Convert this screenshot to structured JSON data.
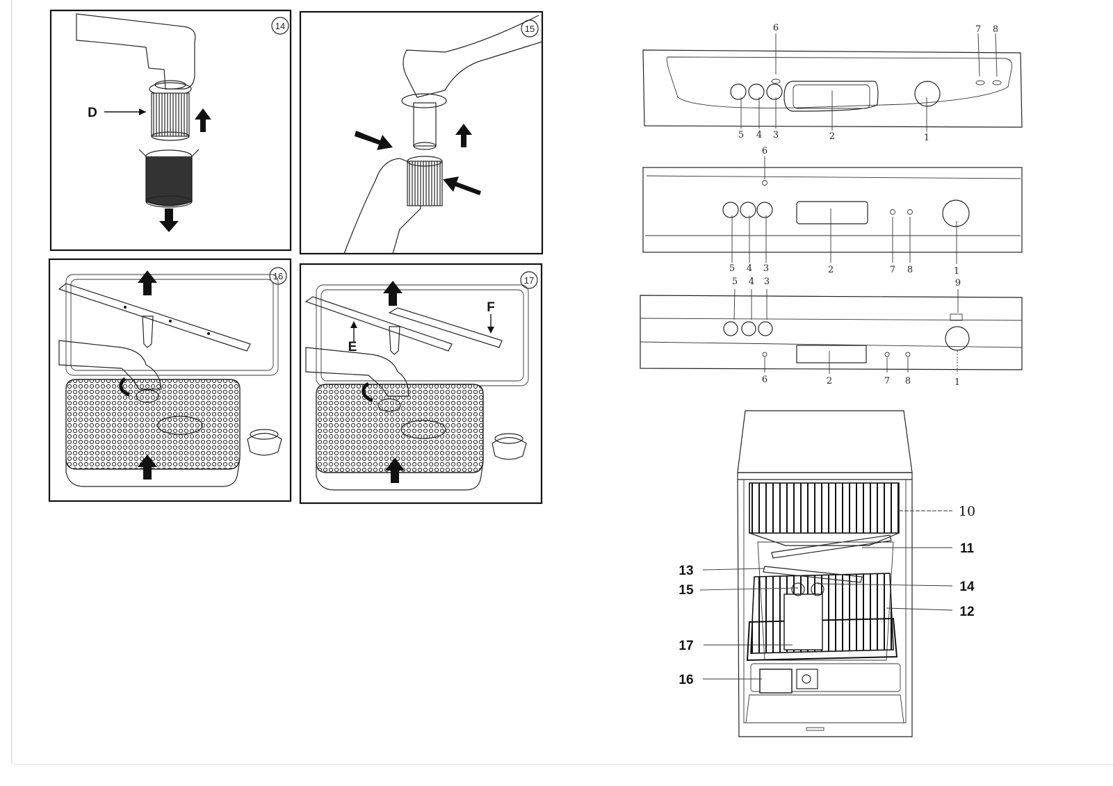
{
  "panels": [
    {
      "number": "14",
      "label": "D"
    },
    {
      "number": "15"
    },
    {
      "number": "16"
    },
    {
      "number": "17",
      "labels": [
        "E",
        "F"
      ]
    }
  ],
  "control_panel_a": {
    "top_labels": [
      "6",
      "7",
      "8"
    ],
    "bottom_labels": [
      "5",
      "4",
      "3",
      "2",
      "1"
    ]
  },
  "control_panel_b": {
    "top_labels": [
      "6"
    ],
    "bottom_labels": [
      "5",
      "4",
      "3",
      "2",
      "7",
      "8",
      "1"
    ]
  },
  "control_panel_c": {
    "top_labels": [
      "5",
      "4",
      "3",
      "9"
    ],
    "bottom_labels": [
      "6",
      "2",
      "7",
      "8",
      "1"
    ]
  },
  "dishwasher": {
    "left_callouts": [
      "13",
      "15",
      "17",
      "16"
    ],
    "right_callouts": [
      "10",
      "11",
      "14",
      "12"
    ]
  }
}
